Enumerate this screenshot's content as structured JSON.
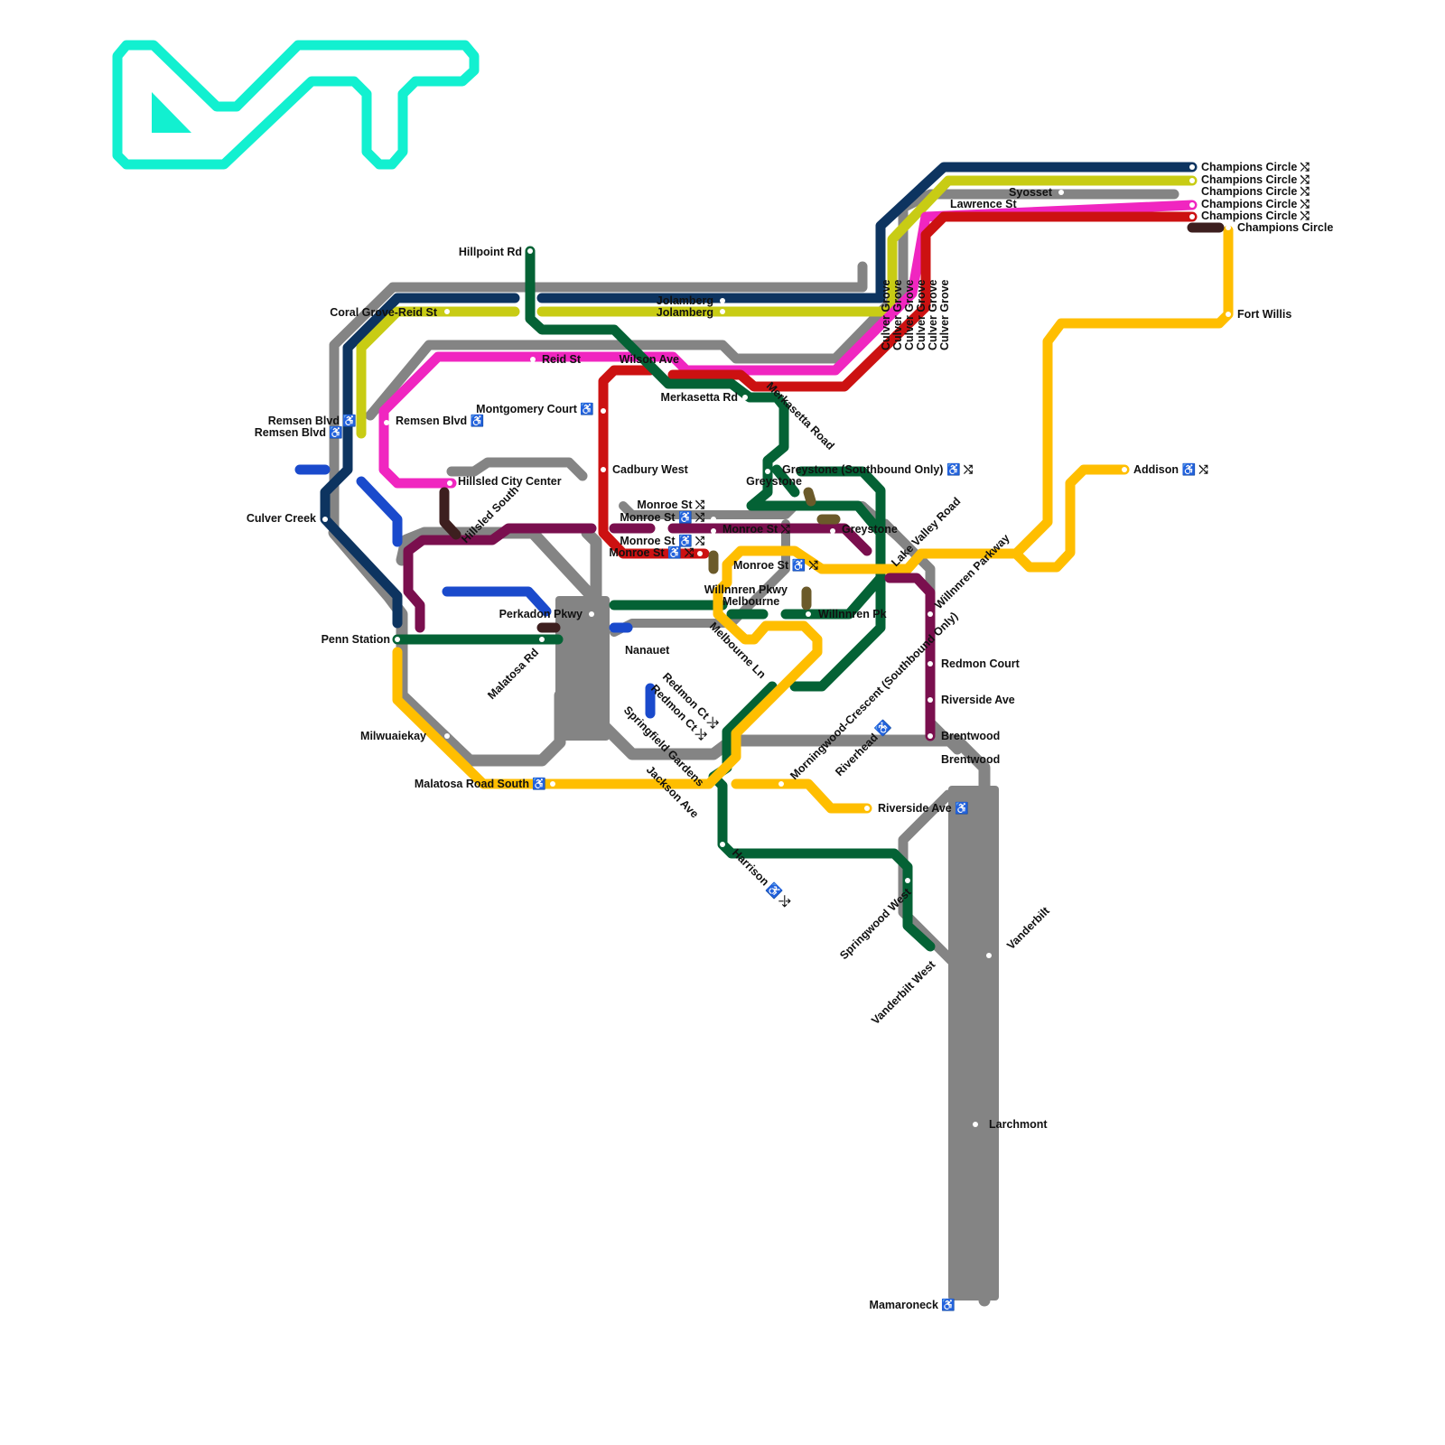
{
  "map": {
    "colors": {
      "navy": "#0d3460",
      "olive": "#c8cc14",
      "pink": "#f026c0",
      "red": "#cc1111",
      "green": "#046235",
      "gray": "#848484",
      "yellow": "#ffbe00",
      "purple": "#7a0f4e",
      "blue": "#1a4acc",
      "brown": "#3d1f1f",
      "khaki": "#6b5a2a",
      "logo": "#12f0d0"
    },
    "labels": {
      "champions_circle_1": "Champions Circle ⤭",
      "champions_circle_2": "Champions Circle ⤭",
      "champions_circle_3": "Champions Circle ⤭",
      "champions_circle_4": "Champions Circle ⤭",
      "champions_circle_5": "Champions Circle ⤭",
      "champions_circle_6": "Champions Circle",
      "syosset": "Syosset",
      "lawrence_st": "Lawrence St",
      "fort_willis": "Fort Willis",
      "addison": "Addison ♿ ⤭",
      "hillpoint_rd": "Hillpoint Rd",
      "jolamberg_1": "Jolamberg",
      "jolamberg_2": "Jolamberg",
      "coral_grove_reid": "Coral Grove-Reid St",
      "reid_st": "Reid St",
      "wilson_ave": "Wilson Ave",
      "merkasetta_rd": "Merkasetta Rd",
      "merkasetta_road": "Merkasetta Road",
      "remsen_blvd_1": "Remsen Blvd ♿",
      "remsen_blvd_2": "Remsen Blvd ♿",
      "remsen_blvd_3": "Remsen Blvd ♿",
      "montgomery_court": "Montgomery Court ♿",
      "cadbury_west": "Cadbury West",
      "hillsled_city_center": "Hillsled City Center",
      "hillsled_south": "Hillsled South",
      "culver_creek": "Culver Creek",
      "greystone_sb": "Greystone (Southbound Only) ♿ ⤭",
      "greystone_1": "Greystone",
      "greystone_2": "Greystone",
      "monroe_st_1": "Monroe St ⤭",
      "monroe_st_2": "Monroe St ♿ ⤭",
      "monroe_st_3": "Monroe St ⤭",
      "monroe_st_4": "Monroe St ♿ ⤭",
      "monroe_st_5": "Monroe St ♿ ⤭",
      "monroe_st_6": "Monroe St ♿ ⤭",
      "lake_valley_road": "Lake Valley Road",
      "willnnren_parkway": "Willnnren Parkway",
      "willnnren_pkwy": "Willnnren Pkwy",
      "melbourne": "Melbourne",
      "willnnren_pk": "Willnnren Pk",
      "perkadon_pkwy": "Perkadon Pkwy",
      "penn_station": "Penn Station",
      "malatosa_rd": "Malatosa Rd",
      "nanauet": "Nanauet",
      "melbourne_ln": "Melbourne Ln",
      "redmon_ct_1": "Redmon Ct ⤭",
      "redmon_ct_2": "Redmon Ct ⤭",
      "springfield_gardens": "Springfield Gardens",
      "jackson_ave": "Jackson Ave",
      "milwuaiekay": "Milwuaiekay",
      "malatosa_road_south": "Malatosa Road South ♿",
      "morningwood": "Morningwood-Crescent (Southbound Only)",
      "riverhead": "Riverhead ♿",
      "redmon_court": "Redmon Court",
      "riverside_ave": "Riverside Ave",
      "riverside_ave_acc": "Riverside Ave ♿",
      "brentwood_1": "Brentwood",
      "brentwood_2": "Brentwood",
      "harrison": "Harrison ♿ ⤭",
      "springwood_west": "Springwood West",
      "vanderbilt_west": "Vanderbilt West",
      "vanderbilt": "Vanderbilt",
      "larchmont": "Larchmont",
      "mamaroneck": "Mamaroneck ♿",
      "culver_grove_1": "Culver Grove",
      "culver_grove_2": "Culver Grove",
      "culver_grove_3": "Culver Grove",
      "culver_grove_4": "Culver Grove",
      "culver_grove_5": "Culver Grove",
      "culver_grove_6": "Culver Grove"
    }
  }
}
